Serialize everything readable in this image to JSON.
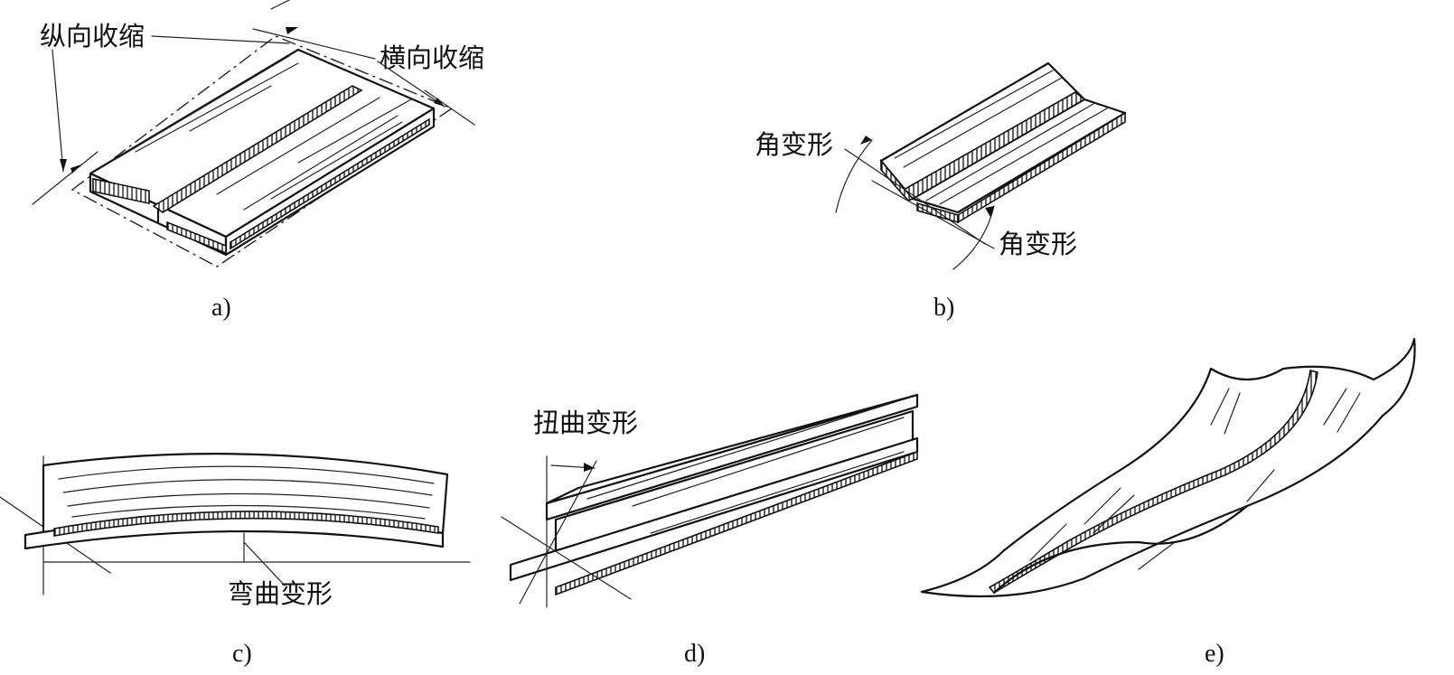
{
  "panels": [
    {
      "id": "a",
      "caption": "a)",
      "labels": [
        "纵向收缩",
        "横向收缩"
      ]
    },
    {
      "id": "b",
      "caption": "b)",
      "labels": [
        "角变形",
        "角变形"
      ]
    },
    {
      "id": "c",
      "caption": "c)",
      "labels": [
        "弯曲变形"
      ]
    },
    {
      "id": "d",
      "caption": "d)",
      "labels": [
        "扭曲变形"
      ]
    },
    {
      "id": "e",
      "caption": "e)",
      "labels": []
    }
  ],
  "colors": {
    "ink": "#111111",
    "background": "#ffffff"
  }
}
